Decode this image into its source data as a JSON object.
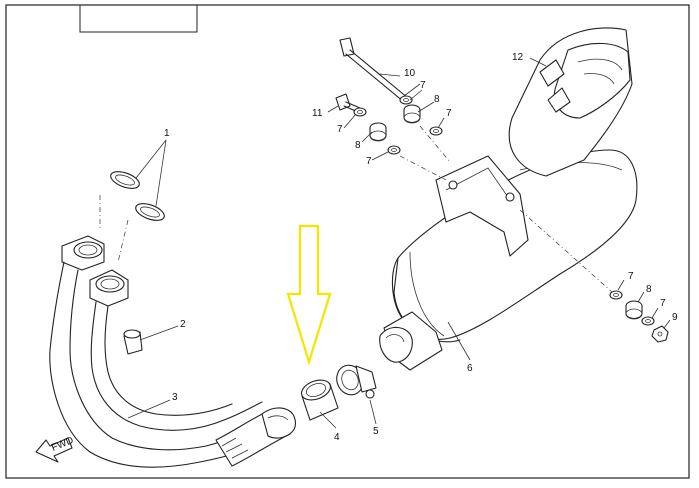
{
  "diagram": {
    "callouts": [
      {
        "id": "c1",
        "label": "1"
      },
      {
        "id": "c2",
        "label": "2"
      },
      {
        "id": "c3",
        "label": "3"
      },
      {
        "id": "c4",
        "label": "4"
      },
      {
        "id": "c5",
        "label": "5"
      },
      {
        "id": "c6",
        "label": "6"
      },
      {
        "id": "c7a",
        "label": "7"
      },
      {
        "id": "c7b",
        "label": "7"
      },
      {
        "id": "c7c",
        "label": "7"
      },
      {
        "id": "c7d",
        "label": "7"
      },
      {
        "id": "c7e",
        "label": "7"
      },
      {
        "id": "c7f",
        "label": "7"
      },
      {
        "id": "c8a",
        "label": "8"
      },
      {
        "id": "c8b",
        "label": "8"
      },
      {
        "id": "c8c",
        "label": "8"
      },
      {
        "id": "c9",
        "label": "9"
      },
      {
        "id": "c10",
        "label": "10"
      },
      {
        "id": "c11",
        "label": "11"
      },
      {
        "id": "c12",
        "label": "12"
      }
    ],
    "fwd_label": "FWD",
    "highlight_arrow_color": "#f2e600",
    "line_color": "#222222"
  }
}
